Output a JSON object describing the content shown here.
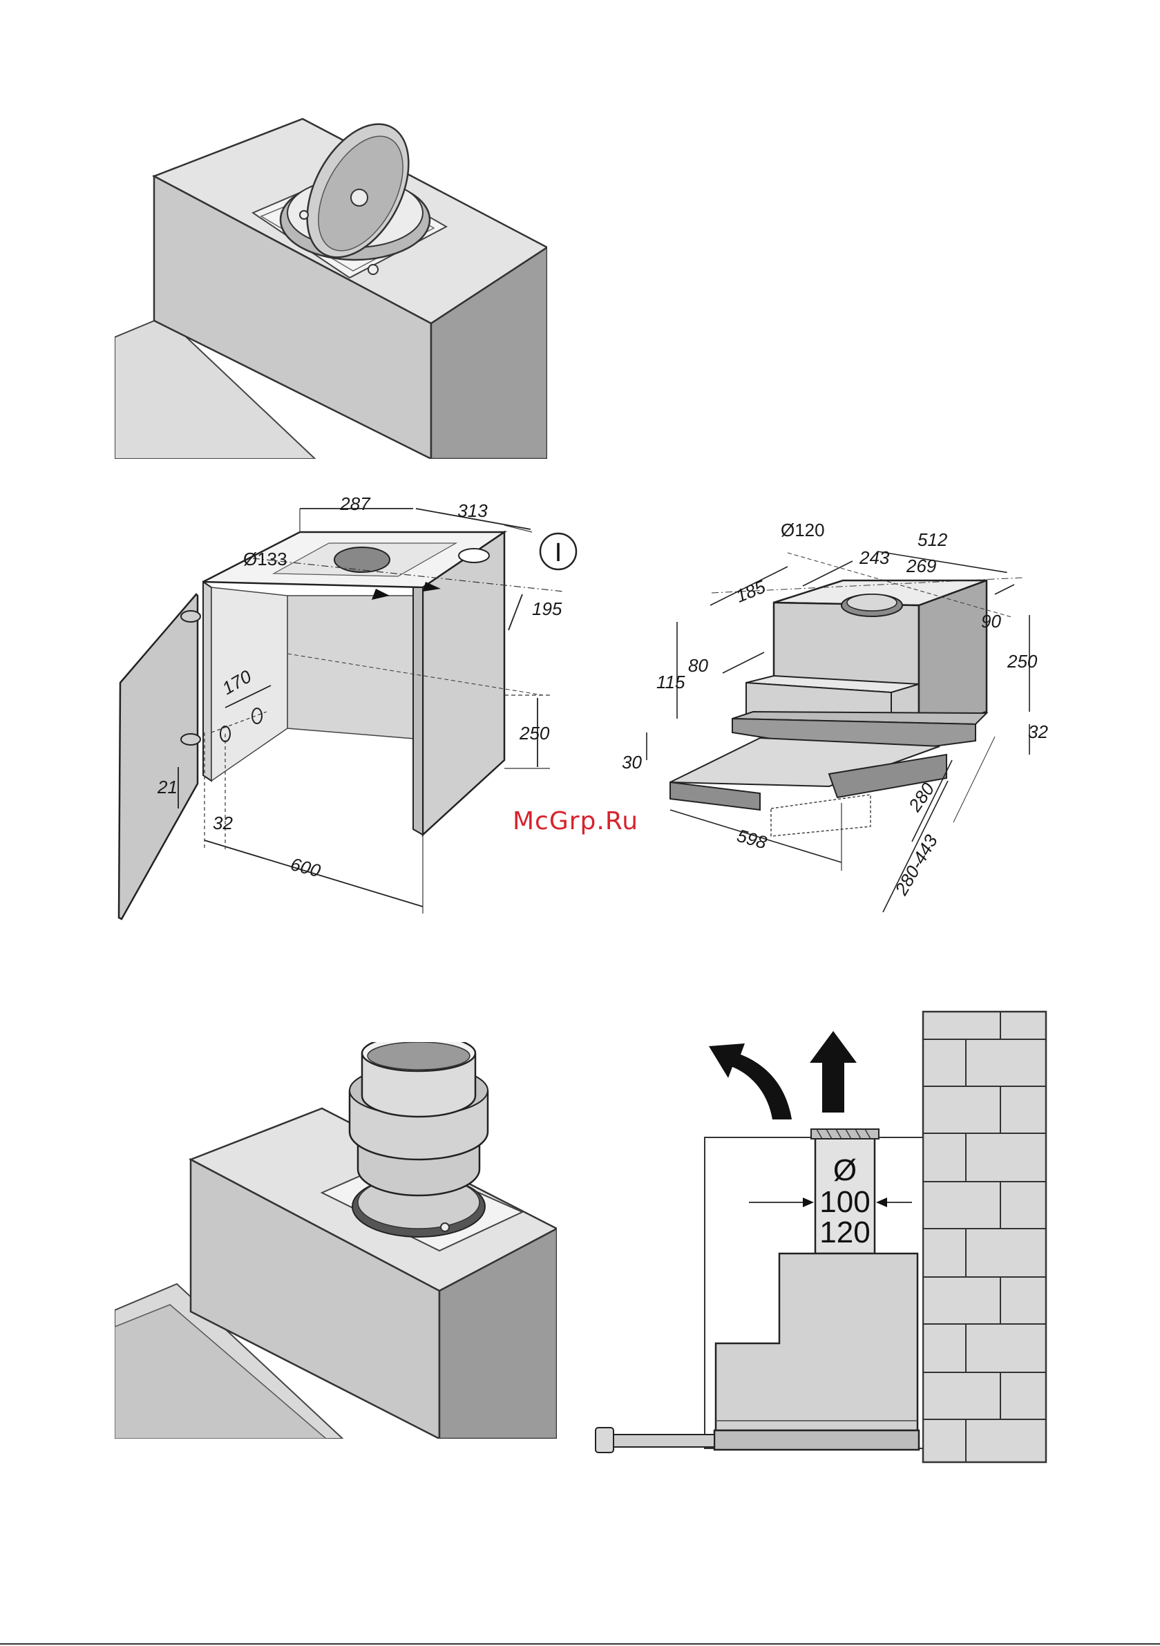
{
  "watermark": "McGrp.Ru",
  "cabinet": {
    "labels": {
      "w_left": "287",
      "w_right": "313",
      "hole_dia": "Ø133",
      "depth": "195",
      "hinge_spacing": "170",
      "height": "250",
      "door_offset": "21",
      "hinge_offset": "32",
      "width": "600"
    },
    "marker": "I"
  },
  "hood": {
    "labels": {
      "outlet_dia": "Ø120",
      "total_depth": "512",
      "outlet_x": "243",
      "outlet_x2": "269",
      "back_offset": "185",
      "side_offset": "90",
      "step": "80",
      "front_h": "115",
      "body_h": "250",
      "base_h": "32",
      "visor_h": "30",
      "depth": "280",
      "width": "598",
      "ext_depth": "280-443"
    }
  },
  "duct": {
    "symbol": "Ø",
    "d1": "100",
    "d2": "120"
  }
}
